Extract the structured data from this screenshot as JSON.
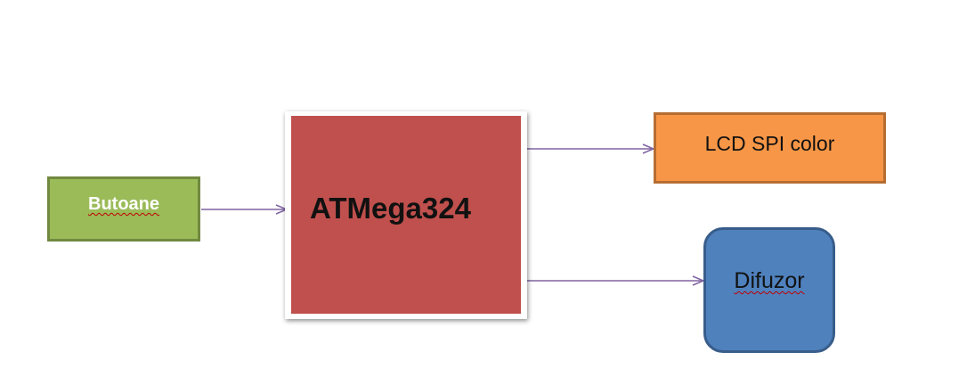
{
  "diagram": {
    "nodes": {
      "buttons": "Butoane",
      "mcu": "ATMega324",
      "lcd": "LCD SPI color",
      "buzzer": "Difuzor"
    },
    "edges": [
      {
        "from": "buttons",
        "to": "mcu"
      },
      {
        "from": "mcu",
        "to": "lcd"
      },
      {
        "from": "mcu",
        "to": "buzzer"
      }
    ],
    "colors": {
      "buttons_fill": "#9bbb59",
      "mcu_fill": "#c0504d",
      "lcd_fill": "#f79646",
      "buzzer_fill": "#4f81bd",
      "arrow": "#8064a2"
    }
  }
}
